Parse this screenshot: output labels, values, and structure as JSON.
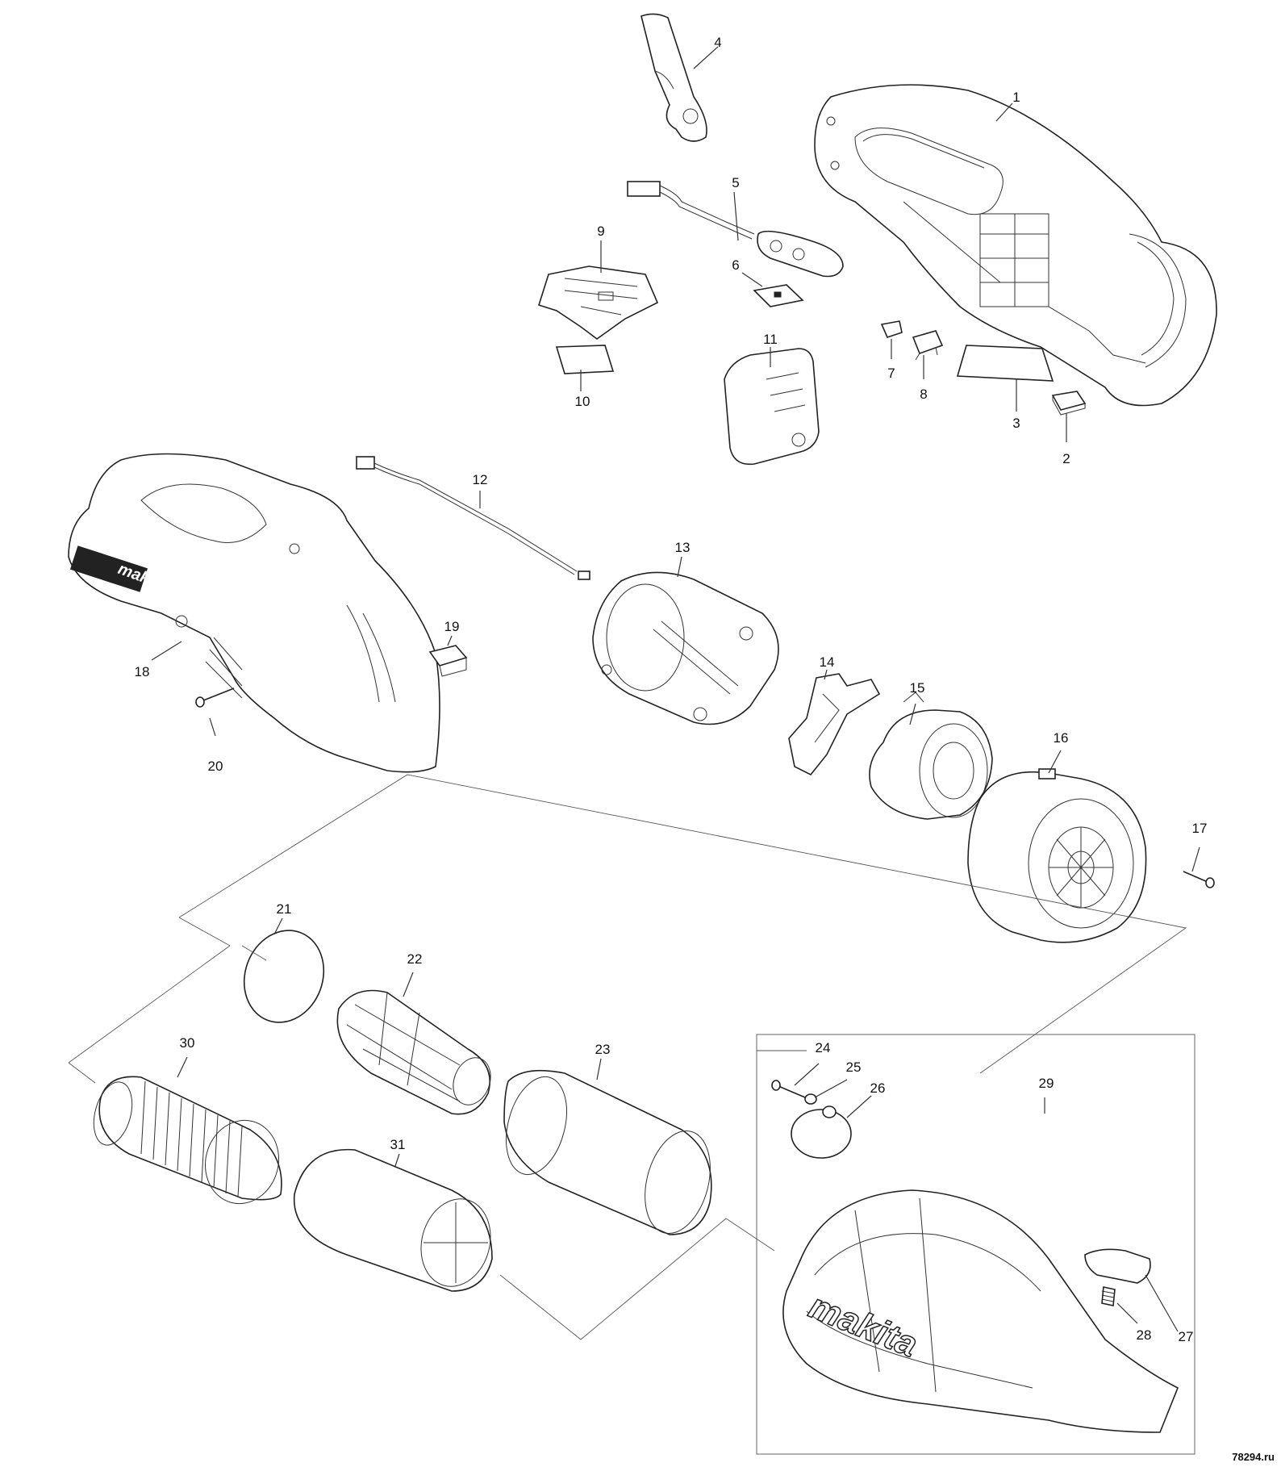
{
  "diagram": {
    "parts": [
      {
        "id": "1",
        "label": "1"
      },
      {
        "id": "2",
        "label": "2"
      },
      {
        "id": "3",
        "label": "3"
      },
      {
        "id": "4",
        "label": "4"
      },
      {
        "id": "5",
        "label": "5"
      },
      {
        "id": "6",
        "label": "6"
      },
      {
        "id": "7",
        "label": "7"
      },
      {
        "id": "8",
        "label": "8"
      },
      {
        "id": "9",
        "label": "9"
      },
      {
        "id": "10",
        "label": "10"
      },
      {
        "id": "11",
        "label": "11"
      },
      {
        "id": "12",
        "label": "12"
      },
      {
        "id": "13",
        "label": "13"
      },
      {
        "id": "14",
        "label": "14"
      },
      {
        "id": "15",
        "label": "15"
      },
      {
        "id": "16",
        "label": "16"
      },
      {
        "id": "17",
        "label": "17"
      },
      {
        "id": "18",
        "label": "18"
      },
      {
        "id": "19",
        "label": "19"
      },
      {
        "id": "20",
        "label": "20"
      },
      {
        "id": "21",
        "label": "21"
      },
      {
        "id": "22",
        "label": "22"
      },
      {
        "id": "23",
        "label": "23"
      },
      {
        "id": "24",
        "label": "24"
      },
      {
        "id": "25",
        "label": "25"
      },
      {
        "id": "26",
        "label": "26"
      },
      {
        "id": "27",
        "label": "27"
      },
      {
        "id": "28",
        "label": "28"
      },
      {
        "id": "29",
        "label": "29"
      },
      {
        "id": "30",
        "label": "30"
      },
      {
        "id": "31",
        "label": "31"
      }
    ],
    "brand_text": "makita",
    "watermark": "78294.ru"
  }
}
